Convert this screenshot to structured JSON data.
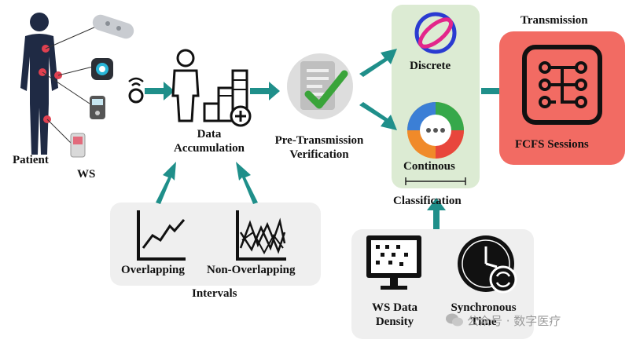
{
  "labels": {
    "patient": "Patient",
    "ws": "WS",
    "data_accumulation_line1": "Data",
    "data_accumulation_line2": "Accumulation",
    "pretransmission_line1": "Pre-Transmission",
    "pretransmission_line2": "Verification",
    "discrete": "Discrete",
    "continous": "Continous",
    "classification": "Classification",
    "transmission": "Transmission",
    "fcfs_sessions": "FCFS Sessions",
    "overlapping": "Overlapping",
    "non_overlapping": "Non-Overlapping",
    "intervals": "Intervals",
    "ws_data_density_line1": "WS Data",
    "ws_data_density_line2": "Density",
    "synchronous_time_line1": "Synchronous",
    "synchronous_time_line2": "Time"
  },
  "watermark": "公众号 · 数字医疗",
  "colors": {
    "arrow": "#1f8f8a",
    "classification_panel": "#dcebd3",
    "transmission_box": "#f26b63",
    "panel_gray": "#efefef",
    "joint_marker": "#e04050"
  },
  "icons": [
    "human-body-icon",
    "wearable-sensor-icon",
    "smartwatch-icon",
    "glucometer-icon",
    "pulse-oximeter-icon",
    "wireless-signal-icon",
    "person-data-icon",
    "checklist-icon",
    "discrete-logo-icon",
    "continuous-chat-icon",
    "circuit-icon",
    "line-chart-icon",
    "monitor-icon",
    "clock-icon",
    "wechat-icon"
  ]
}
